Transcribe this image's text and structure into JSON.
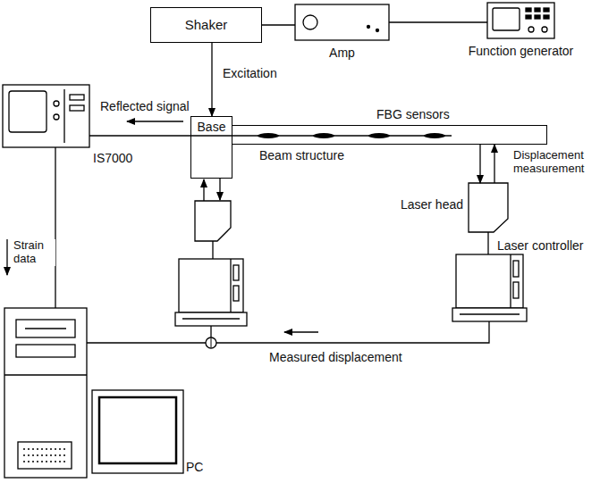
{
  "diagram": {
    "nodes": [
      {
        "text": [
          "Shaker"
        ]
      },
      {
        "text": [
          "Amp"
        ]
      },
      {
        "text": [
          "Function generator"
        ]
      },
      {
        "text": [
          "IS7000"
        ]
      },
      {
        "text": [
          "Base"
        ]
      },
      {
        "text": [
          "Beam structure"
        ]
      },
      {
        "text": [
          "Laser head"
        ]
      },
      {
        "text": [
          "Laser controller"
        ]
      },
      {
        "text": [
          "PC"
        ]
      }
    ],
    "edges": [
      {
        "from": 0,
        "to": 1,
        "arrow": "none"
      },
      {
        "from": 1,
        "to": 2,
        "arrow": "none"
      },
      {
        "from": 0,
        "to": 4,
        "label": "Excitation",
        "arrow": "to"
      },
      {
        "from": 4,
        "to": 3,
        "label": "Reflected signal",
        "arrow": "none"
      },
      {
        "from": 3,
        "to": 8,
        "label": "Strain data",
        "arrow": "none"
      },
      {
        "from": 6,
        "to": 5,
        "label": "Displacement measurement",
        "arrow": "to"
      },
      {
        "from": 5,
        "to": 6,
        "arrow": "to"
      },
      {
        "from": 6,
        "to": 7,
        "arrow": "none"
      },
      {
        "from": 7,
        "to": 8,
        "label": "Measured displacement",
        "arrow": "none"
      }
    ],
    "labels": [
      "FBG sensors"
    ]
  }
}
